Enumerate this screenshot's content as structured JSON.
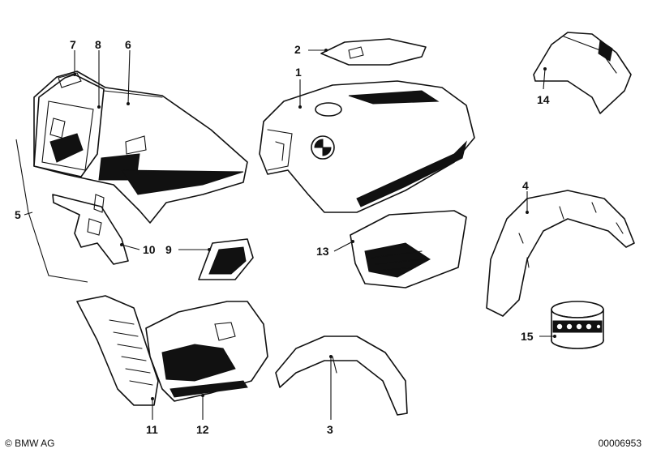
{
  "callouts": {
    "c1": "1",
    "c2": "2",
    "c3": "3",
    "c4": "4",
    "c5": "5",
    "c6": "6",
    "c7": "7",
    "c8": "8",
    "c9": "9",
    "c10": "10",
    "c11": "11",
    "c12": "12",
    "c13": "13",
    "c14": "14",
    "c15": "15"
  },
  "footer": {
    "copyright": "© BMW AG",
    "diagram_id": "00006953"
  },
  "colors": {
    "line": "#111111",
    "background": "#ffffff"
  }
}
